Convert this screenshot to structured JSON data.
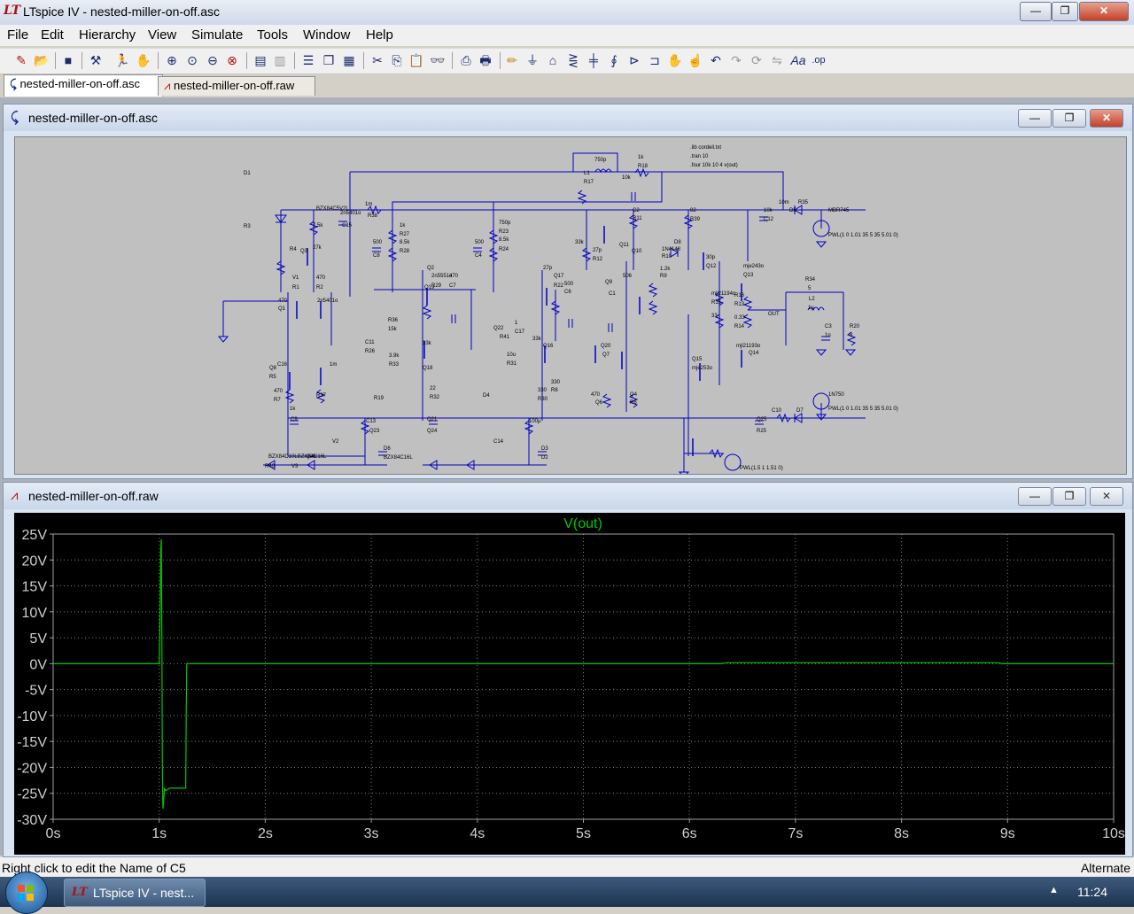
{
  "window": {
    "title": "LTspice IV - nested-miller-on-off.asc",
    "logo": "LT",
    "controls": {
      "minimize": "—",
      "restore": "❐",
      "close": "✕"
    }
  },
  "menu": [
    "File",
    "Edit",
    "Hierarchy",
    "View",
    "Simulate",
    "Tools",
    "Window",
    "Help"
  ],
  "toolbar_icons": [
    "new-schematic-icon",
    "open-icon",
    "save-icon",
    "control-panel-icon",
    "run-icon",
    "pan-icon",
    "zoom-in-icon",
    "zoom-full-icon",
    "zoom-out-icon",
    "zoom-cancel-icon",
    "autoscale-icon",
    "waveform-icon",
    "tile-horizontal-icon",
    "cascade-icon",
    "tile-vertical-icon",
    "cut-icon",
    "copy-icon",
    "paste-icon",
    "find-icon",
    "print-setup-icon",
    "print-icon",
    "wire-icon",
    "ground-icon",
    "label-icon",
    "resistor-icon",
    "capacitor-icon",
    "inductor-icon",
    "diode-icon",
    "component-icon",
    "move-icon",
    "drag-icon",
    "undo-icon",
    "redo-icon",
    "rotate-icon",
    "mirror-icon",
    "text-icon",
    "spice-directive-icon"
  ],
  "tabs": [
    {
      "label": "nested-miller-on-off.asc",
      "icon": "schematic-icon",
      "active": true
    },
    {
      "label": "nested-miller-on-off.raw",
      "icon": "waveform-icon",
      "active": false
    }
  ],
  "schematic": {
    "title": "nested-miller-on-off.asc",
    "directives": [
      ".lib cordell.txt",
      ".tran 10",
      ".four 10k 10 4 v(out)"
    ],
    "sources": {
      "v1": "PWL(1 0 1.01 35 5 35 5.01 0)",
      "v2": "PWL(1 0 1.01 35 5 35 5.01 0)",
      "v3": "PWL(1.5 1 1.51 0)"
    },
    "labels": [
      "OUT",
      "D1",
      "BZX84C5V2L",
      "R3",
      "7.5k",
      "R4",
      "27k",
      "Q3",
      "2n5401o",
      "C15",
      "1m",
      "R38",
      "1k",
      "R27",
      "8.5k",
      "R28",
      "500",
      "C8",
      "750p",
      "R23",
      "8.5k",
      "R24",
      "500",
      "C4",
      "750p",
      "L1",
      "R17",
      "1k",
      "R18",
      "10k",
      "C2",
      "R11",
      "82",
      "R39",
      "10k",
      "C12",
      "10m",
      "R35",
      "D5",
      "MBR745",
      "V1",
      "R1",
      "470",
      "R2",
      "470",
      "Q1",
      "2n5401o",
      "Q2",
      "Q19",
      "2n5551o",
      "R29",
      "470",
      "C7",
      "27p",
      "Q17",
      "R22",
      "500",
      "C6",
      "27p",
      "R12",
      "33k",
      "Q11",
      "Q10",
      "D8",
      "1N4148",
      "R10",
      "1.2k",
      "R9",
      "506",
      "Q9",
      "C1",
      "30p",
      "Q12",
      "mje243o",
      "Q13",
      "mjl21194o",
      "R15",
      "33",
      "R16",
      "R13",
      "0.33",
      "R14",
      "R34",
      "5",
      "L2",
      "1µ",
      "C3",
      "1n",
      "R20",
      "8",
      "Q14",
      "mjl21193o",
      "Q15",
      "mje253o",
      "R36",
      "15k",
      "C11",
      "R26",
      "3.9k",
      "R33",
      "33k",
      "Q18",
      "Q22",
      "R41",
      "1",
      "C17",
      "10u",
      "R31",
      "33k",
      "Q16",
      "Q20",
      "Q7",
      "Q8",
      "R5",
      "470",
      "R7",
      "22",
      "R32",
      "330",
      "R30",
      "330",
      "R8",
      "470",
      "Q6",
      "Q4",
      "R6",
      "C16",
      "1m",
      "R37",
      "1k",
      "C9",
      "C13",
      "Q23",
      "Q21",
      "Q24",
      "Q25",
      "R25",
      "R19",
      "D4",
      "V2",
      "C14",
      "100µ",
      "C10",
      "D7",
      "1N750",
      "D6",
      "BZX84C16L",
      "D3",
      "D2",
      "BZX84C10LBZX84C16L",
      "Q26",
      "R40",
      "V3"
    ]
  },
  "waveform": {
    "title": "nested-miller-on-off.raw",
    "trace_label": "V(out)",
    "trace_color": "#00c800"
  },
  "chart_data": {
    "type": "line",
    "title": "V(out)",
    "xlabel": "",
    "ylabel": "",
    "x_ticks": [
      "0s",
      "1s",
      "2s",
      "3s",
      "4s",
      "5s",
      "6s",
      "7s",
      "8s",
      "9s",
      "10s"
    ],
    "y_ticks": [
      "25V",
      "20V",
      "15V",
      "10V",
      "5V",
      "0V",
      "-5V",
      "-10V",
      "-15V",
      "-20V",
      "-25V",
      "-30V"
    ],
    "xlim": [
      0,
      10
    ],
    "ylim": [
      -30,
      25
    ],
    "grid": true,
    "series": [
      {
        "name": "V(out)",
        "x": [
          0,
          0.99,
          1.0,
          1.01,
          1.015,
          1.02,
          1.025,
          1.03,
          1.035,
          1.04,
          1.05,
          1.06,
          1.1,
          1.2,
          1.25,
          1.255,
          1.26,
          1.3,
          2.0,
          6.3,
          6.35,
          8.9,
          8.95,
          10.0
        ],
        "y": [
          0,
          0,
          0,
          12,
          22,
          24,
          5,
          -20,
          -28,
          -27,
          -24,
          -24.5,
          -24,
          -24,
          -24,
          -10,
          0,
          0,
          0,
          0,
          0.2,
          0.2,
          0,
          0
        ]
      }
    ]
  },
  "status": {
    "left": "Right click to edit the Name of C5",
    "right": "Alternate"
  },
  "taskbar": {
    "start": "start-orb",
    "task": "LTspice IV - nest...",
    "clock": "11:24",
    "tray_arrow": "▲"
  }
}
